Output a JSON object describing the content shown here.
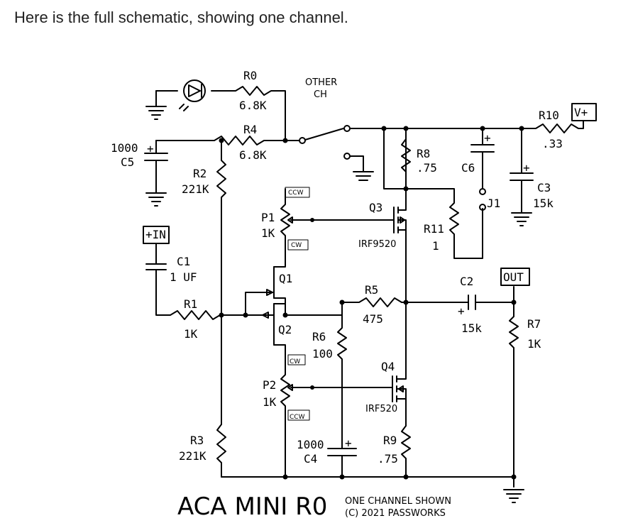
{
  "intro_text": "Here is the full schematic, showing one channel.",
  "components": {
    "r0": {
      "ref": "R0",
      "value": "6.8K"
    },
    "r4": {
      "ref": "R4",
      "value": "6.8K"
    },
    "r10": {
      "ref": "R10",
      "value": ".33"
    },
    "r8": {
      "ref": "R8",
      "value": ".75"
    },
    "r2": {
      "ref": "R2",
      "value": "221K"
    },
    "r3": {
      "ref": "R3",
      "value": "221K"
    },
    "r1": {
      "ref": "R1",
      "value": "1K"
    },
    "r5": {
      "ref": "R5",
      "value": "475"
    },
    "r6": {
      "ref": "R6",
      "value": "100"
    },
    "r7": {
      "ref": "R7",
      "value": "1K"
    },
    "r9": {
      "ref": "R9",
      "value": ".75"
    },
    "r11": {
      "ref": "R11",
      "value": "1"
    },
    "c1": {
      "ref": "C1",
      "value": "1 UF"
    },
    "c2": {
      "ref": "C2",
      "value": "15k"
    },
    "c3": {
      "ref": "C3",
      "value": "15k"
    },
    "c4": {
      "ref": "C4",
      "value": "1000"
    },
    "c5": {
      "ref": "C5",
      "value": "1000"
    },
    "c6": {
      "ref": "C6"
    },
    "p1": {
      "ref": "P1",
      "value": "1K",
      "ccw": "CCW",
      "cw": "CW"
    },
    "p2": {
      "ref": "P2",
      "value": "1K",
      "ccw": "CCW",
      "cw": "CW"
    },
    "q1": {
      "ref": "Q1"
    },
    "q2": {
      "ref": "Q2"
    },
    "q3": {
      "ref": "Q3",
      "part": "IRF9520"
    },
    "q4": {
      "ref": "Q4",
      "part": "IRF520"
    },
    "j1": {
      "ref": "J1"
    }
  },
  "ports": {
    "in": "+IN",
    "out": "OUT",
    "vplus": "V+"
  },
  "other_ch": {
    "line1": "OTHER",
    "line2": "CH"
  },
  "polarity": "+",
  "title": "ACA MINI R0",
  "note1": "ONE CHANNEL SHOWN",
  "note2": "(C) 2021 PASSWORKS"
}
